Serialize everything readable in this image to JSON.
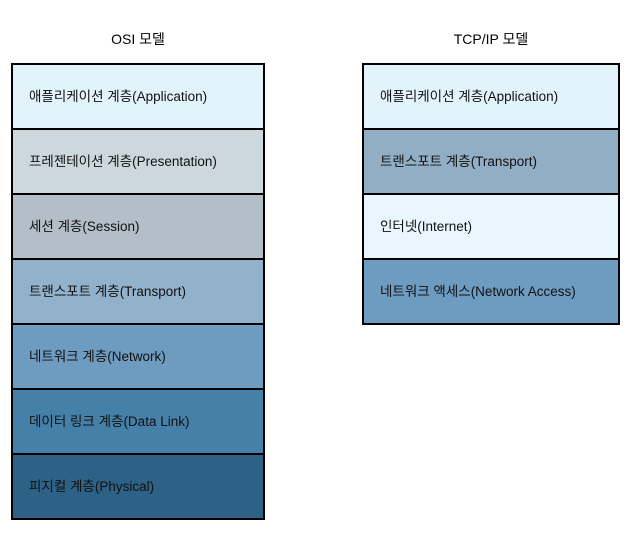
{
  "background_color": "#ffffff",
  "border_color": "#000000",
  "diagram": {
    "type": "layered-stack-comparison",
    "models": [
      {
        "id": "osi",
        "title": "OSI 모델",
        "layer_count": 7,
        "layers": [
          {
            "label": "애플리케이션 계층(Application)",
            "korean": "애플리케이션 계층",
            "english": "Application",
            "color": "#e2f3fc"
          },
          {
            "label": "프레젠테이션 계층(Presentation)",
            "korean": "프레젠테이션 계층",
            "english": "Presentation",
            "color": "#ccd8de"
          },
          {
            "label": "세션 계층(Session)",
            "korean": "세션 계층",
            "english": "Session",
            "color": "#b3bec6"
          },
          {
            "label": "트랜스포트 계층(Transport)",
            "korean": "트랜스포트 계층",
            "english": "Transport",
            "color": "#92b1cb"
          },
          {
            "label": "네트워크 계층(Network)",
            "korean": "네트워크 계층",
            "english": "Network",
            "color": "#6e9cc0"
          },
          {
            "label": "데이터 링크 계층(Data Link)",
            "korean": "데이터 링크 계층",
            "english": "Data Link",
            "color": "#4580a8"
          },
          {
            "label": "피지컬 계층(Physical)",
            "korean": "피지컬 계층",
            "english": "Physical",
            "color": "#2d6185"
          }
        ]
      },
      {
        "id": "tcpip",
        "title": "TCP/IP 모델",
        "layer_count": 4,
        "layers": [
          {
            "label": "애플리케이션 계층(Application)",
            "korean": "애플리케이션 계층",
            "english": "Application",
            "color": "#e2f3fc"
          },
          {
            "label": "트랜스포트 계층(Transport)",
            "korean": "트랜스포트 계층",
            "english": "Transport",
            "color": "#92aec4"
          },
          {
            "label": "인터넷(Internet)",
            "korean": "인터넷",
            "english": "Internet",
            "color": "#e9f6fd"
          },
          {
            "label": "네트워크 액세스(Network Access)",
            "korean": "네트워크 액세스",
            "english": "Network Access",
            "color": "#6e9cc0"
          }
        ]
      }
    ]
  }
}
